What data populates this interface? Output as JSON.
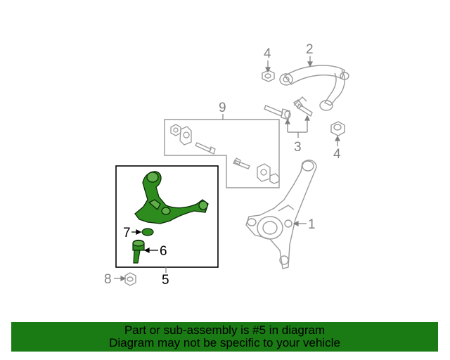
{
  "callouts": {
    "c1": "1",
    "c2": "2",
    "c3": "3",
    "c4a": "4",
    "c4b": "4",
    "c5": "5",
    "c6": "6",
    "c7": "7",
    "c8": "8",
    "c9": "9"
  },
  "banner": {
    "line1": "Part or sub-assembly is #5 in diagram",
    "line2": "Diagram may not be specific to your vehicle"
  },
  "colors": {
    "highlight": "#2e8b1e",
    "banner": "#1a7a14",
    "lineart": "#9a9a9a"
  }
}
